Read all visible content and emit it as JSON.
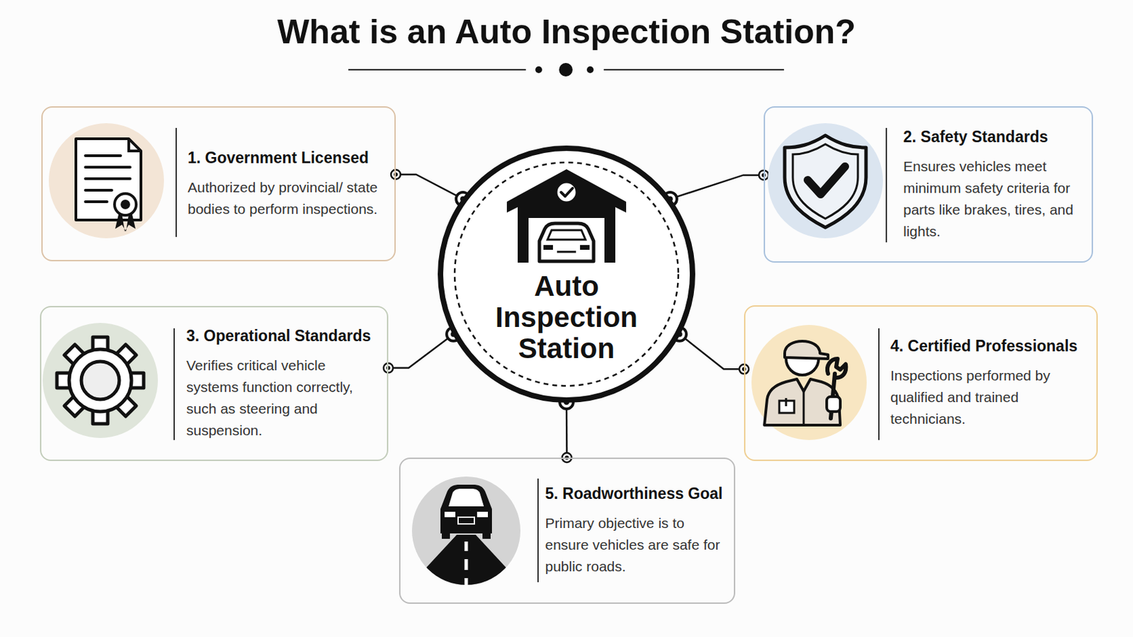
{
  "diagram": {
    "title": "What is an Auto Inspection Station?",
    "nodes": [
      {
        "text": [
          "Auto Inspection Station"
        ]
      },
      {
        "text": [
          "1. Government Licensed",
          "Authorized by provincial/ state bodies to perform inspections."
        ]
      },
      {
        "text": [
          "2. Safety Standards",
          "Ensures vehicles meet minimum safety criteria for parts like brakes, tires, and lights."
        ]
      },
      {
        "text": [
          "3. Operational Standards",
          "Verifies critical vehicle systems function correctly, such as steering and suspension."
        ]
      },
      {
        "text": [
          "4. Certified Professionals",
          "Inspections performed by qualified and trained technicians."
        ]
      },
      {
        "text": [
          "5. Roadworthiness Goal",
          "Primary objective is to ensure vehicles are safe for public roads."
        ]
      }
    ],
    "edges": [
      {
        "from": 0,
        "to": 1,
        "arrow": "none"
      },
      {
        "from": 0,
        "to": 2,
        "arrow": "none"
      },
      {
        "from": 0,
        "to": 3,
        "arrow": "none"
      },
      {
        "from": 0,
        "to": 4,
        "arrow": "none"
      },
      {
        "from": 0,
        "to": 5,
        "arrow": "none"
      }
    ]
  }
}
